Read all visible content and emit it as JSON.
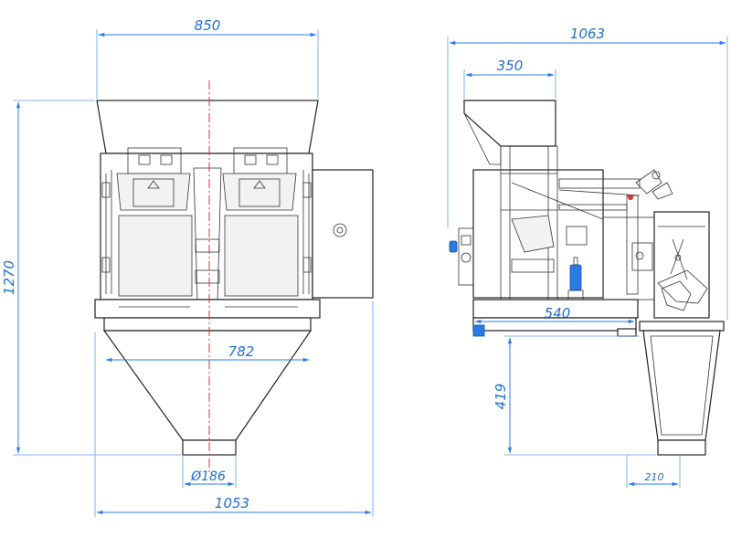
{
  "dimensions": {
    "front_width_top": "850",
    "front_height": "1270",
    "front_width_mid": "782",
    "front_outlet": "Ø186",
    "front_width_total": "1053",
    "side_width_total": "1063",
    "side_hopper": "350",
    "side_frame": "540",
    "side_height_lower": "419",
    "side_outlet": "210"
  },
  "colors": {
    "dimension": "#2a7be4",
    "centerline": "#e03030",
    "outline": "#222222"
  }
}
